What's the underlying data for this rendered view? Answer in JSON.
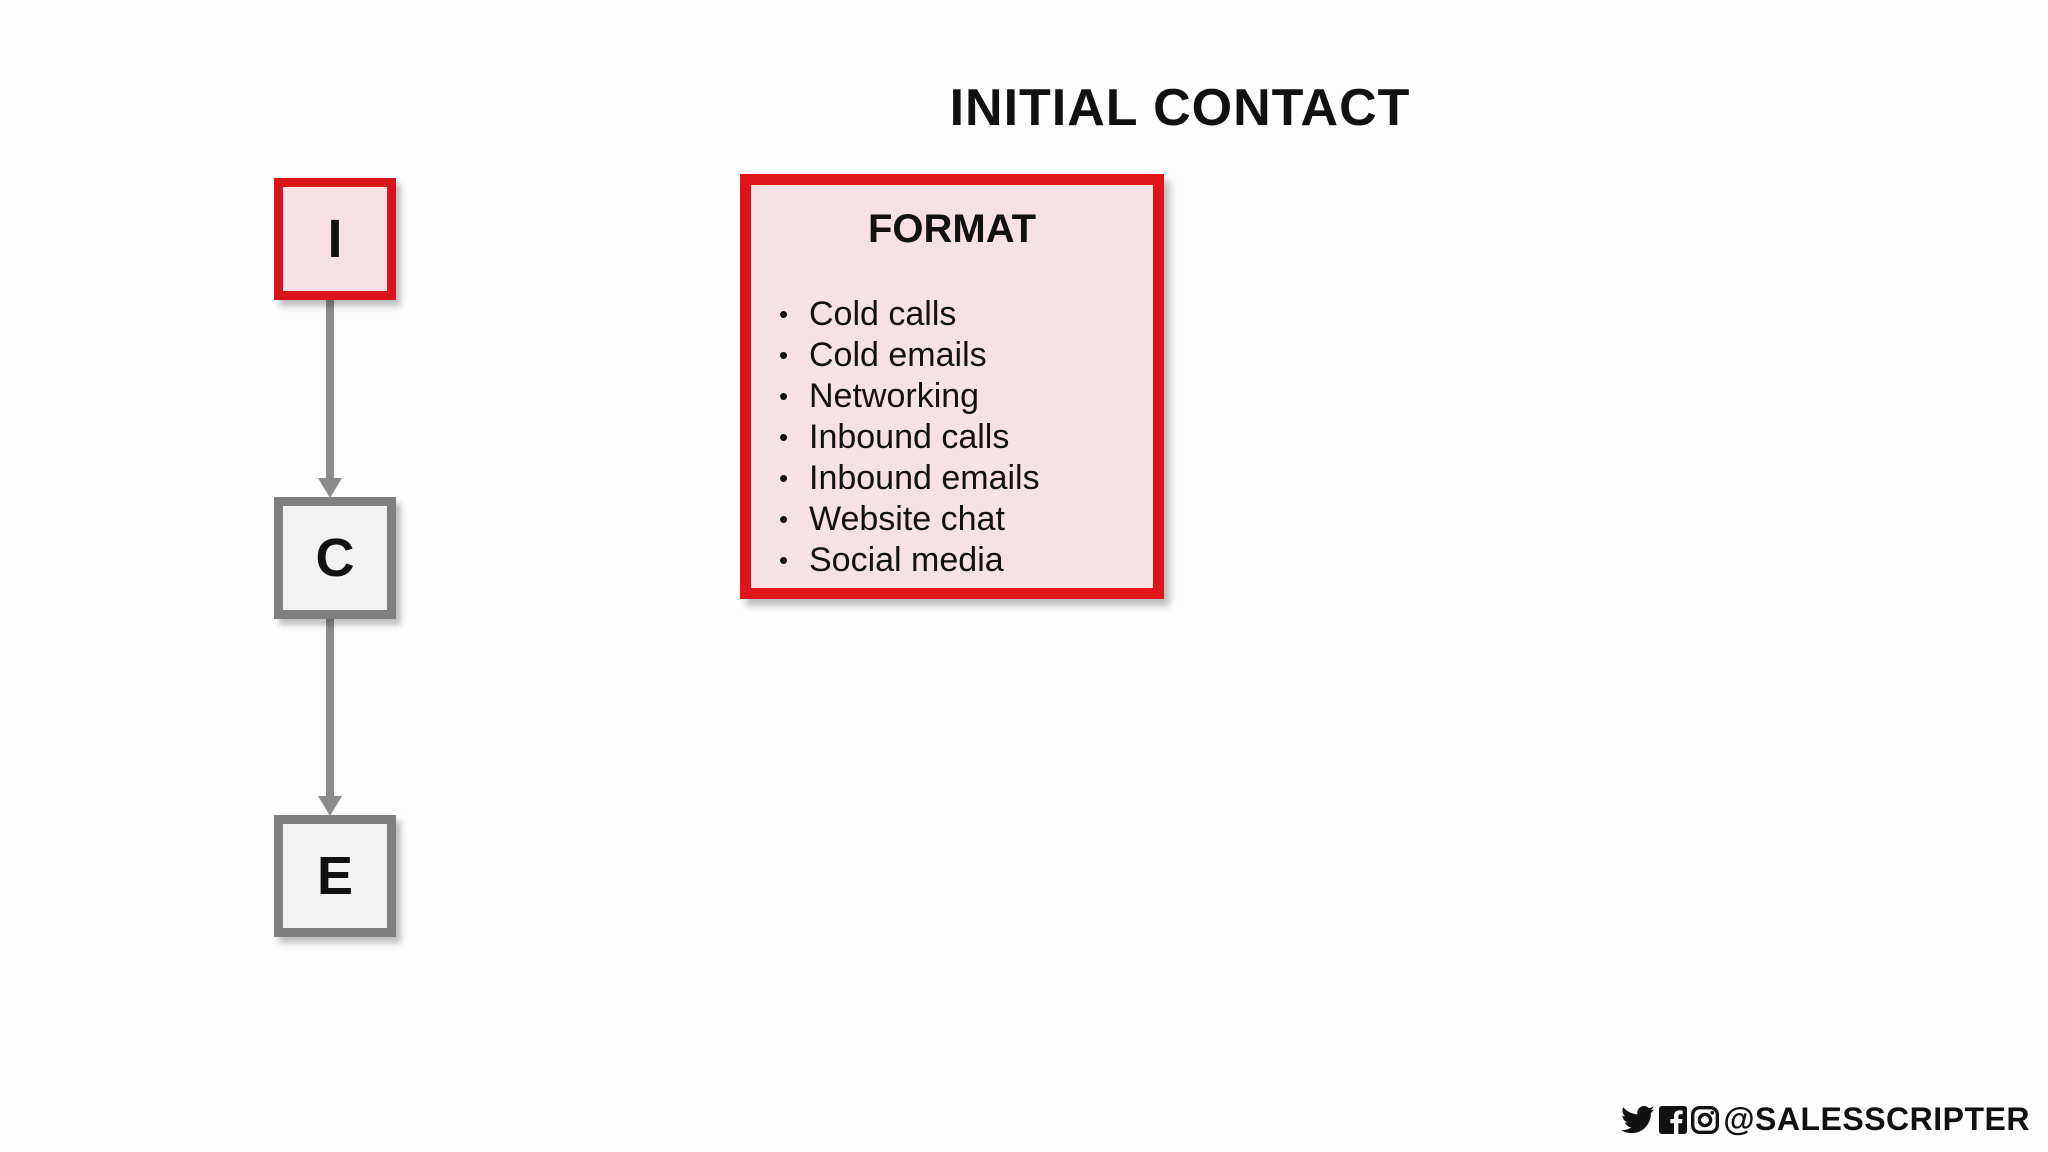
{
  "title": "INITIAL CONTACT",
  "steps": [
    {
      "letter": "I",
      "active": true
    },
    {
      "letter": "C",
      "active": false
    },
    {
      "letter": "E",
      "active": false
    }
  ],
  "format_card": {
    "heading": "FORMAT",
    "items": [
      "Cold calls",
      "Cold emails",
      "Networking",
      "Inbound calls",
      "Inbound emails",
      "Website chat",
      "Social media"
    ]
  },
  "brand": {
    "handle": "@SALESSCRIPTER",
    "icons": [
      "twitter-icon",
      "facebook-icon",
      "instagram-icon"
    ]
  },
  "colors": {
    "active_border": "#e0141b",
    "active_fill": "#f6e1e4",
    "inactive_border": "#7f7f7f",
    "inactive_fill": "#f2f2f2"
  }
}
